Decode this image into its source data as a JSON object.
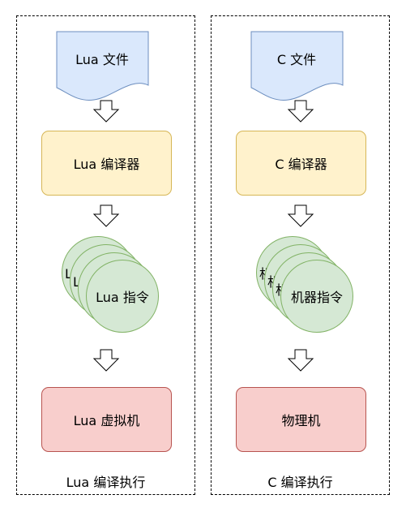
{
  "lua_panel": {
    "file": "Lua 文件",
    "compiler": "Lua 编译器",
    "instructions": [
      "Lua 指令",
      "Lua 指令",
      "Lua 指令"
    ],
    "executor": "Lua 虚拟机",
    "caption": "Lua 编译执行"
  },
  "c_panel": {
    "file": "C 文件",
    "compiler": "C 编译器",
    "instructions": [
      "机器指令",
      "机器指令",
      "机器指令",
      "机器指令"
    ],
    "executor": "物理机",
    "caption": "C 编译执行"
  },
  "colors": {
    "document_fill": "#dae8fc",
    "document_stroke": "#6c8ebf",
    "compiler_fill": "#fff2cc",
    "compiler_stroke": "#d6b656",
    "instruction_fill": "#d5e8d4",
    "instruction_stroke": "#82b366",
    "machine_fill": "#f8cecc",
    "machine_stroke": "#b85450"
  }
}
